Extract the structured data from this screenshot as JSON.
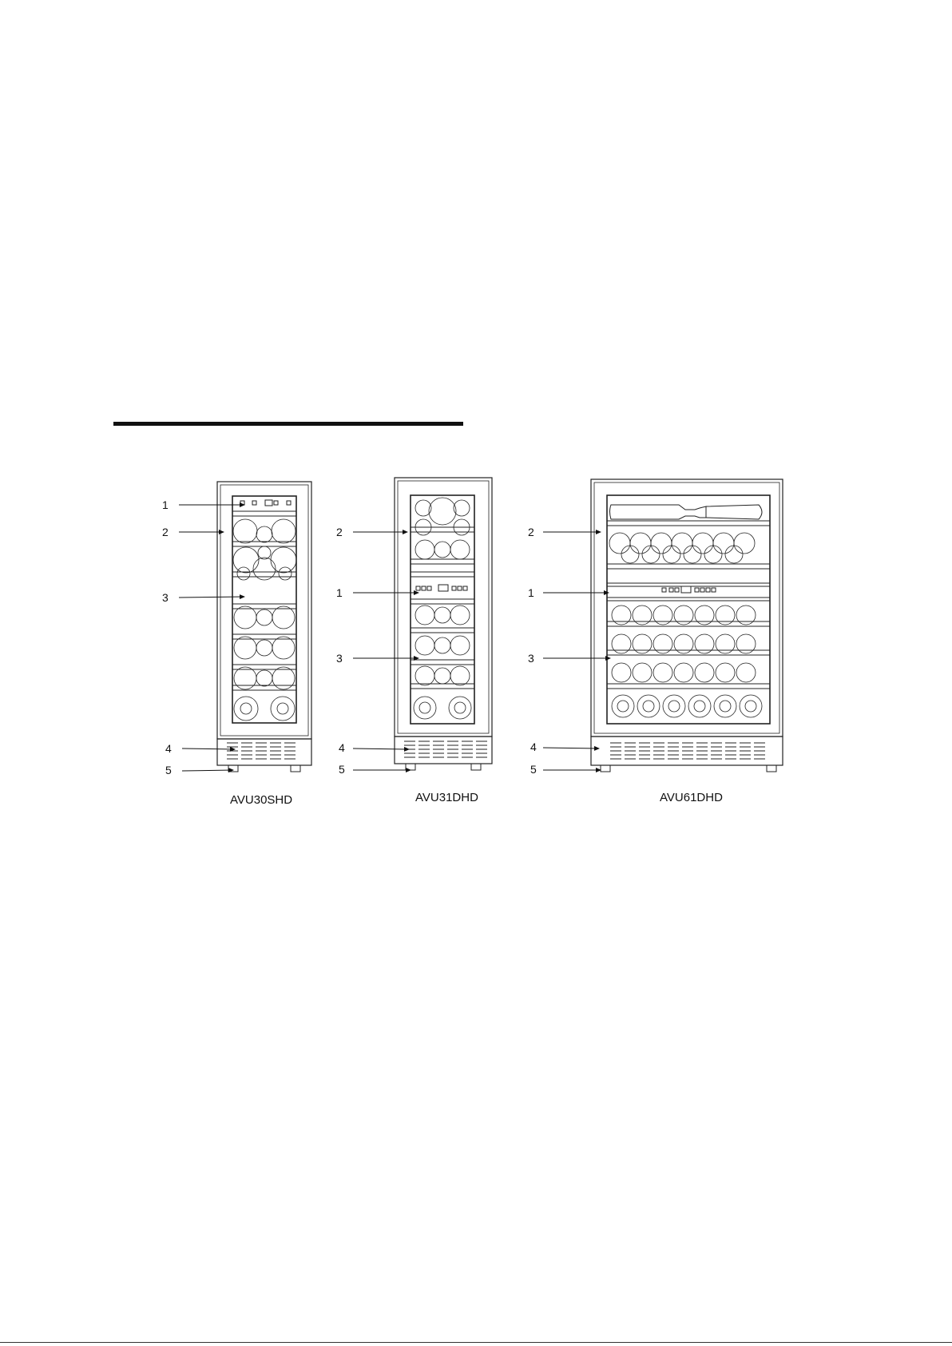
{
  "callouts": {
    "one": "1",
    "two": "2",
    "three": "3",
    "four": "4",
    "five": "5"
  },
  "models": [
    "AVU30SHD",
    "AVU31DHD",
    "AVU61DHD"
  ]
}
